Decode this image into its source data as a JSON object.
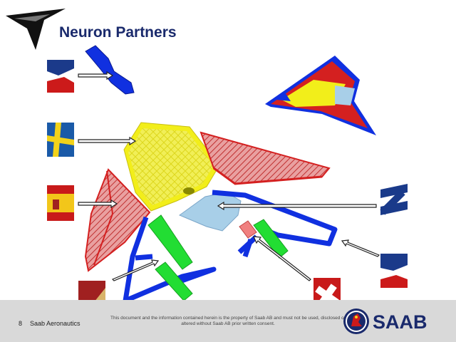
{
  "slide": {
    "title": "Neuron Partners",
    "page_number": "8",
    "company": "Saab Aeronautics",
    "disclaimer": "This document and the information contained herein is the property of Saab AB and must not be used, disclosed or altered without Saab AB prior written consent.",
    "brand": "SAAB"
  },
  "icons": [
    "neuron-logo-icon",
    "france-flag-icon",
    "sweden-flag-icon",
    "spain-flag-icon",
    "greece-flag-icon",
    "france-flag-icon",
    "italy-flag-icon",
    "switzerland-flag-icon",
    "saab-griffin-icon"
  ],
  "colors": {
    "title": "#1a2a6c",
    "footer": "#d9d9d9",
    "wing_red": "#d42020",
    "fuselage_yellow": "#f2ee1a",
    "frame_blue": "#1030e0",
    "intake_green": "#22dd33",
    "cockpit_lightblue": "#a8cfe8"
  }
}
